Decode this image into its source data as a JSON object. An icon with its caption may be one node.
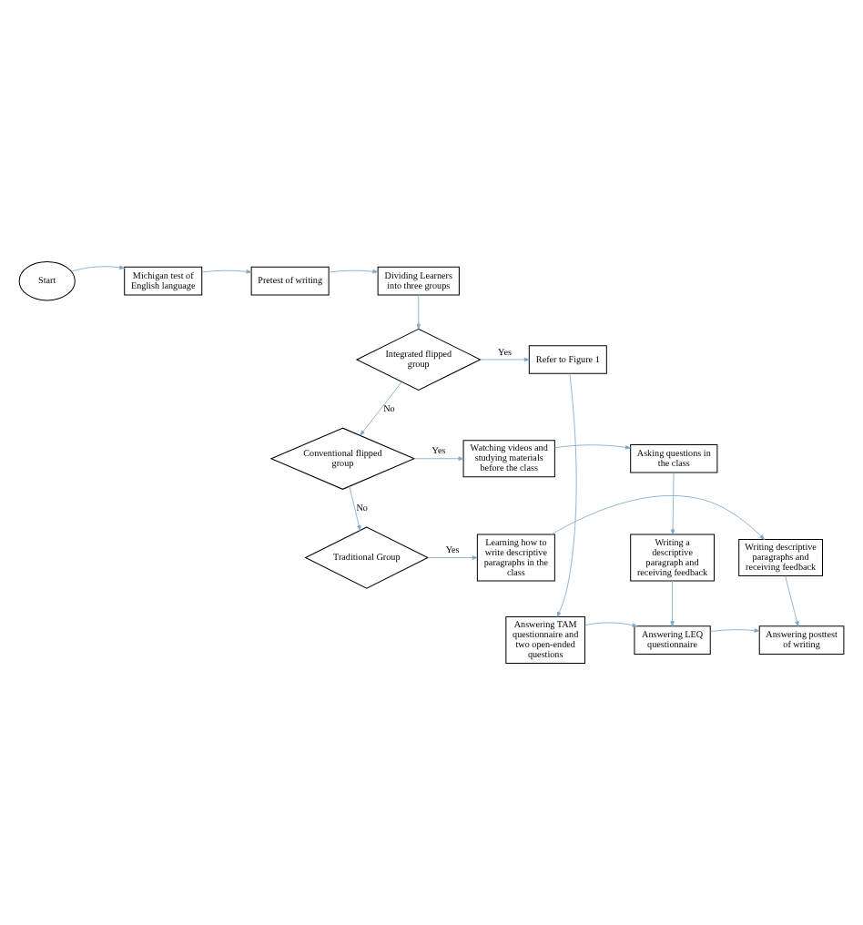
{
  "diagram": {
    "nodes": [
      {
        "text": [
          "Start"
        ]
      },
      {
        "text": [
          "Michigan test of English language"
        ]
      },
      {
        "text": [
          "Pretest of writing"
        ]
      },
      {
        "text": [
          "Dividing Learners into three groups"
        ]
      },
      {
        "text": [
          "Integrated flipped group"
        ]
      },
      {
        "text": [
          "Refer to Figure 1"
        ]
      },
      {
        "text": [
          "Conventional flipped group"
        ]
      },
      {
        "text": [
          "Watching videos and studying materials before the class"
        ]
      },
      {
        "text": [
          "Asking questions in the class"
        ]
      },
      {
        "text": [
          "Writing a descriptive paragraph and receiving feedback"
        ]
      },
      {
        "text": [
          "Traditional Group"
        ]
      },
      {
        "text": [
          "Learning how to write descriptive paragraphs in the class"
        ]
      },
      {
        "text": [
          "Writing descriptive paragraphs and receiving feedback"
        ]
      },
      {
        "text": [
          "Answering TAM questionnaire and two open-ended questions"
        ]
      },
      {
        "text": [
          "Answering LEQ questionnaire"
        ]
      },
      {
        "text": [
          "Answering posttest of writing"
        ]
      }
    ],
    "edges": [
      {
        "from": 0,
        "to": 1,
        "arrow": "to"
      },
      {
        "from": 1,
        "to": 2,
        "arrow": "to"
      },
      {
        "from": 2,
        "to": 3,
        "arrow": "to"
      },
      {
        "from": 3,
        "to": 4,
        "arrow": "to"
      },
      {
        "from": 4,
        "to": 5,
        "arrow": "to",
        "label": "Yes"
      },
      {
        "from": 4,
        "to": 6,
        "arrow": "to",
        "label": "No"
      },
      {
        "from": 6,
        "to": 7,
        "arrow": "to",
        "label": "Yes"
      },
      {
        "from": 7,
        "to": 8,
        "arrow": "to"
      },
      {
        "from": 8,
        "to": 9,
        "arrow": "to"
      },
      {
        "from": 6,
        "to": 10,
        "arrow": "to",
        "label": "No"
      },
      {
        "from": 10,
        "to": 11,
        "arrow": "to",
        "label": "Yes"
      },
      {
        "from": 11,
        "to": 12,
        "arrow": "to"
      },
      {
        "from": 5,
        "to": 13,
        "arrow": "to"
      },
      {
        "from": 9,
        "to": 14,
        "arrow": "to"
      },
      {
        "from": 12,
        "to": 15,
        "arrow": "to"
      },
      {
        "from": 13,
        "to": 14,
        "arrow": "to"
      },
      {
        "from": 14,
        "to": 15,
        "arrow": "to"
      }
    ]
  }
}
